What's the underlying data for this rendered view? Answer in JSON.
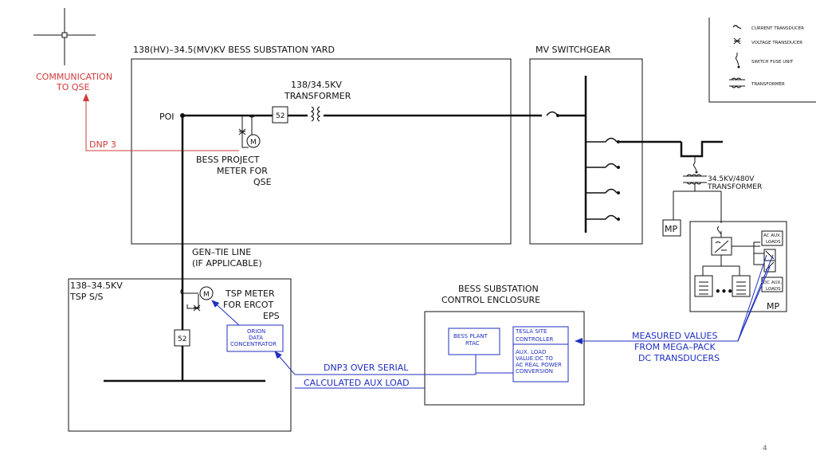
{
  "legend": {
    "current_transducer": "CURRENT TRANSDUCER",
    "voltage_transducer": "VOLTAGE TRANSDUCER",
    "switch_fuse_unit": "SWITCH FUSE UNIT",
    "transformer": "TRANSFORMER"
  },
  "substation_yard": {
    "title": "138(HV)–34.5(MV)KV BESS SUBSTATION YARD"
  },
  "communication": {
    "line1": "COMMUNICATION",
    "line2": "TO QSE",
    "dnp_label": "DNP 3"
  },
  "poi_label": "POI",
  "main_transformer": {
    "line1": "138/34.5KV",
    "line2": "TRANSFORMER"
  },
  "breaker_52": "52",
  "meter_symbol": "M",
  "bess_meter": {
    "line1": "BESS PROJECT",
    "line2": "METER FOR",
    "line3": "QSE"
  },
  "mv_switchgear": {
    "title": "MV SWITCHGEAR"
  },
  "aux_transformer": {
    "line1": "34.5KV/480V",
    "line2": "TRANSFORMER"
  },
  "mp_label": "MP",
  "megapack": {
    "ac_aux_line1": "AC AUX.",
    "ac_aux_line2": "LOADS",
    "dc_aux_line1": "DC AUX.",
    "dc_aux_line2": "LOADS",
    "dots": "•••",
    "label": "MP"
  },
  "gen_tie": {
    "line1": "GEN–TIE LINE",
    "line2": "(IF APPLICABLE)"
  },
  "tsp": {
    "line1": "138–34.5KV",
    "line2": "TSP S/S"
  },
  "tsp_meter": {
    "line1": "TSP METER",
    "line2": "FOR ERCOT",
    "line3": "EPS"
  },
  "orion": {
    "line1": "ORION",
    "line2": "DATA",
    "line3": "CONCENTRATOR"
  },
  "control_enclosure": {
    "line1": "BESS SUBSTATION",
    "line2": "CONTROL ENCLOSURE"
  },
  "rtac": {
    "line1": "BESS PLANT",
    "line2": "RTAC"
  },
  "tesla": {
    "line1": "TESLA SITE",
    "line2": "CONTROLLER",
    "line3": "AUX. LOAD",
    "line4": "VALUE:DC TO",
    "line5": "AC REAL POWER",
    "line6": "CONVERSION"
  },
  "dnp3_serial": "DNP3 OVER SERIAL",
  "calc_aux": "CALCULATED AUX LOAD",
  "measured": {
    "line1": "MEASURED VALUES",
    "line2": "FROM MEGA–PACK",
    "line3": "DC TRANSDUCERS"
  },
  "page_number": "4"
}
